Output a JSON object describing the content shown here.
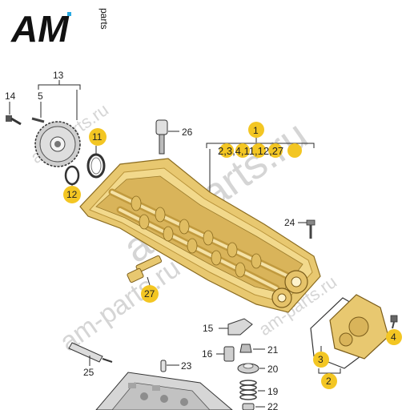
{
  "logo": {
    "mark": "AM",
    "sub": "parts"
  },
  "watermarks": [
    "am-parts.ru",
    "am-parts.ru",
    "am-parts.ru",
    "am-parts.ru"
  ],
  "colors": {
    "accent": "#f3c623",
    "housing": "#e8c870",
    "housing_dark": "#b8933a",
    "line": "#2a2a2a",
    "logo_blue": "#29a9e1"
  },
  "callouts": {
    "c1": "1",
    "c1_sub": "2,3,4,11,12,27",
    "c2": "2",
    "c3": "3",
    "c4": "4",
    "c5": "5",
    "c11": "11",
    "c12": "12",
    "c13": "13",
    "c14": "14",
    "c15": "15",
    "c16": "16",
    "c19": "19",
    "c20": "20",
    "c21": "21",
    "c22": "22",
    "c23": "23",
    "c24": "24",
    "c25": "25",
    "c26": "26",
    "c27": "27"
  }
}
